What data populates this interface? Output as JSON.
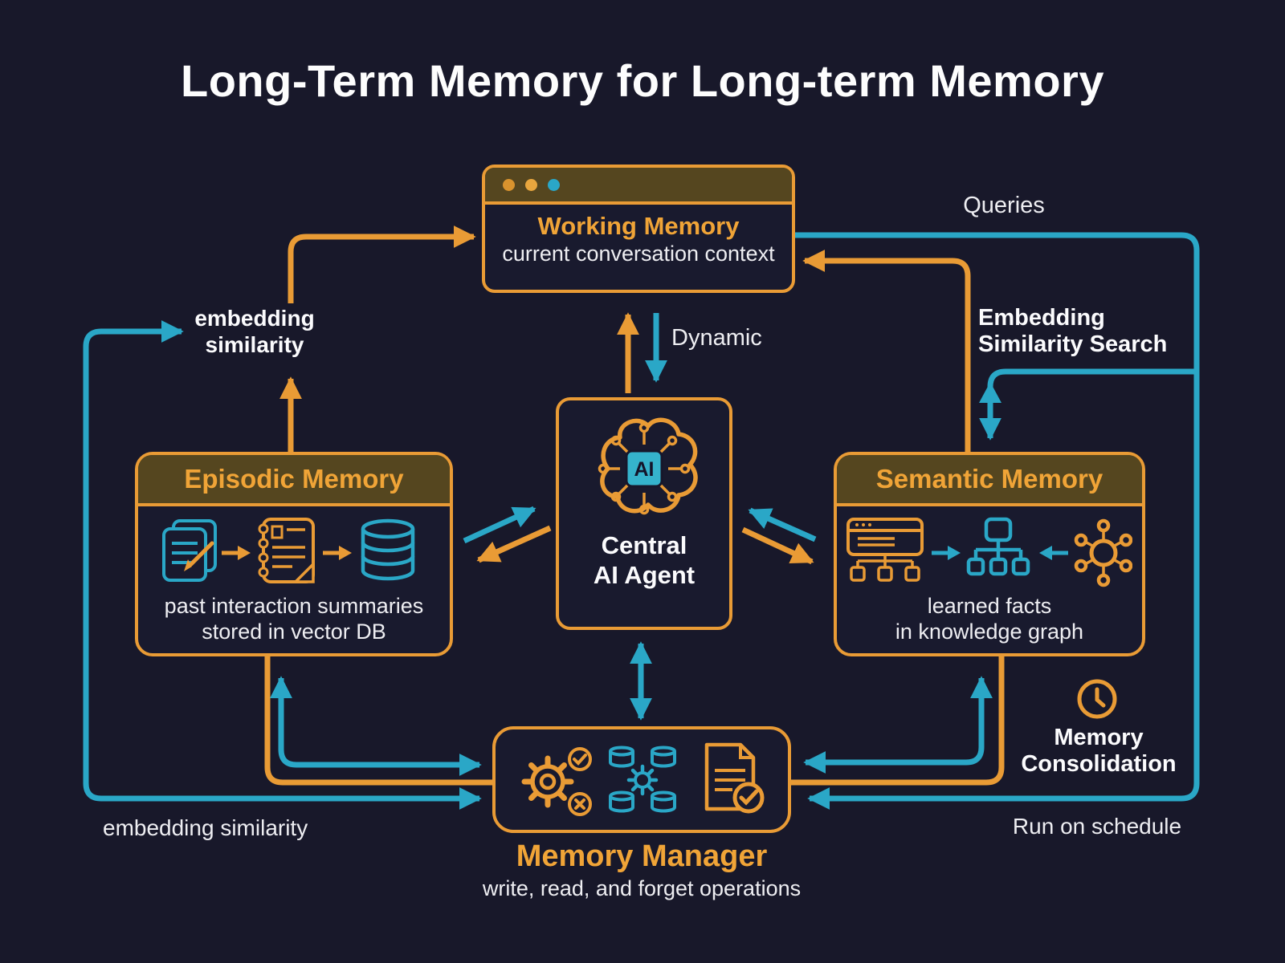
{
  "title": "Long-Term Memory for Long-term Memory",
  "colors": {
    "background": "#18182a",
    "accent_orange": "#e99b35",
    "accent_teal": "#2aa7c7",
    "header_fill": "#55461f",
    "heading_orange": "#f0a437",
    "text_white": "#eeeef2",
    "chip_fill": "#35b3cc"
  },
  "nodes": {
    "working_memory": {
      "title": "Working Memory",
      "subtitle": "current conversation context",
      "window_dots": [
        "orange",
        "orange",
        "teal"
      ]
    },
    "episodic_memory": {
      "title": "Episodic Memory",
      "caption_line1": "past interaction summaries",
      "caption_line2": "stored in vector DB",
      "icons": [
        "documents-pencil-icon",
        "notebook-icon",
        "database-icon"
      ]
    },
    "central_agent": {
      "chip_label": "AI",
      "title_line1": "Central",
      "title_line2": "AI Agent",
      "icon": "brain-chip-icon"
    },
    "semantic_memory": {
      "title": "Semantic Memory",
      "caption_line1": "learned facts",
      "caption_line2": "in knowledge graph",
      "icons": [
        "sitemap-icon",
        "tree-icon",
        "network-icon"
      ]
    },
    "memory_manager": {
      "title": "Memory Manager",
      "subtitle": "write, read, and forget operations",
      "icons": [
        "gear-check-x-icon",
        "database-sync-icon",
        "document-check-icon"
      ]
    }
  },
  "labels": {
    "queries": "Queries",
    "dynamic": "Dynamic",
    "embedding_similarity_left": "embedding similarity",
    "embedding_similarity_search": "Embedding Similarity Search",
    "memory_consolidation": "Memory Consolidation",
    "run_on_schedule": "Run on schedule",
    "embedding_similarity_bottom": "embedding similarity"
  }
}
